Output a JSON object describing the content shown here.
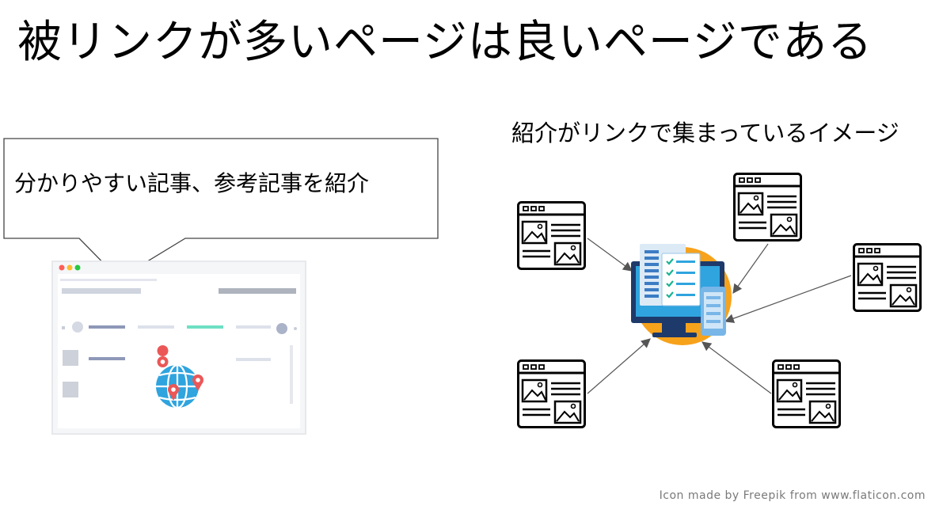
{
  "heading": "被リンクが多いページは良いページである",
  "speech_bubble": {
    "text": "分かりやすい記事、参考記事を紹介"
  },
  "diagram": {
    "caption": "紹介がリンクで集まっているイメージ",
    "center_icon": "monitor-checklist-mobile-icon",
    "page_icon": "webpage-image-text-icon",
    "accent_orange": "#F7A21B",
    "accent_navy": "#1E3A6B",
    "accent_blue": "#2FA4DE"
  },
  "attribution": "Icon made by Freepik from www.flaticon.com"
}
